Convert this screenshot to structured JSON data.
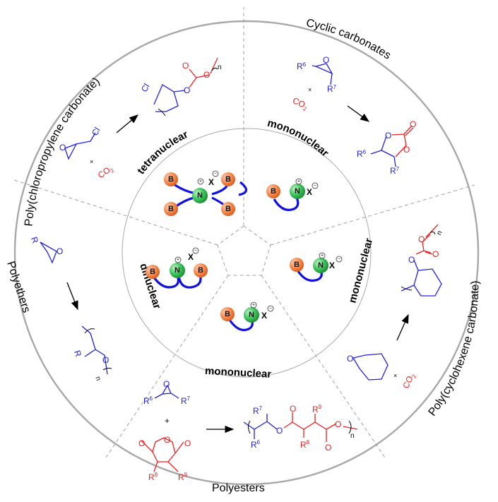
{
  "diagram": {
    "outer_ring_labels": {
      "top_left": "Poly(chloropropylene carbonate)",
      "top_right": "Cyclic carbonates",
      "right": "Poly(cyclohexene carbonate)",
      "bottom": "Polyesters",
      "left": "Polyethers"
    },
    "inner_ring_labels": {
      "top_left": "tetranuclear",
      "top_right": "mononuclear",
      "right": "mononuclear",
      "bottom": "mononuclear",
      "left": "dinuclear"
    },
    "catalyst_atoms": {
      "boron": "B",
      "nitrogen": "N",
      "counter_ion": "X",
      "plus_charge": "+",
      "minus_charge": "−"
    },
    "chemistry_text": {
      "co2": "CO",
      "co2_sub": "2",
      "plus": "+",
      "cross": "×",
      "O": "O",
      "Cl": "Cl",
      "R": "R",
      "n": "n",
      "R6": "R",
      "R6_sup": "6",
      "R7": "R",
      "R7_sup": "7",
      "R8": "R",
      "R8_sup": "8",
      "R9": "R",
      "R9_sup": "9"
    },
    "colors": {
      "substrate_blue": "#2020e0",
      "co2_red": "#ee2020",
      "boron_orange": "#f07a3c",
      "nitrogen_green": "#2cb84e",
      "ring_gray": "#a8a8a8"
    }
  }
}
